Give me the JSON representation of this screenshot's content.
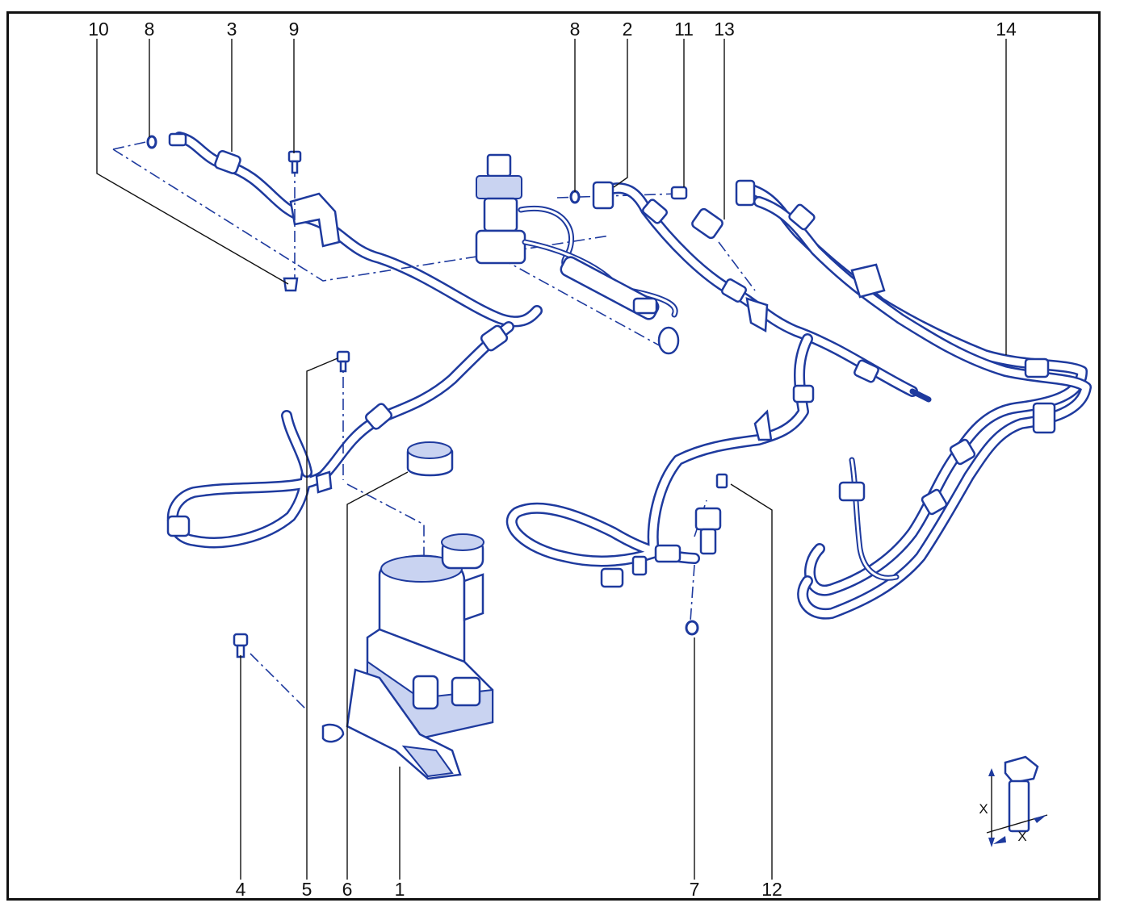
{
  "diagram": {
    "callouts": [
      {
        "id": "c10a",
        "text": "10"
      },
      {
        "id": "c8a",
        "text": "8"
      },
      {
        "id": "c3",
        "text": "3"
      },
      {
        "id": "c9",
        "text": "9"
      },
      {
        "id": "c8b",
        "text": "8"
      },
      {
        "id": "c2",
        "text": "2"
      },
      {
        "id": "c11",
        "text": "11"
      },
      {
        "id": "c13",
        "text": "13"
      },
      {
        "id": "c14",
        "text": "14"
      },
      {
        "id": "c4",
        "text": "4"
      },
      {
        "id": "c5",
        "text": "5"
      },
      {
        "id": "c6",
        "text": "6"
      },
      {
        "id": "c1",
        "text": "1"
      },
      {
        "id": "c7",
        "text": "7"
      },
      {
        "id": "c12",
        "text": "12"
      }
    ],
    "bolt_inset": {
      "dim_left": "X",
      "dim_right": "X"
    },
    "colors": {
      "line": "#1e3a9e",
      "shade": "#c9d3f1",
      "frame": "#111111"
    }
  }
}
